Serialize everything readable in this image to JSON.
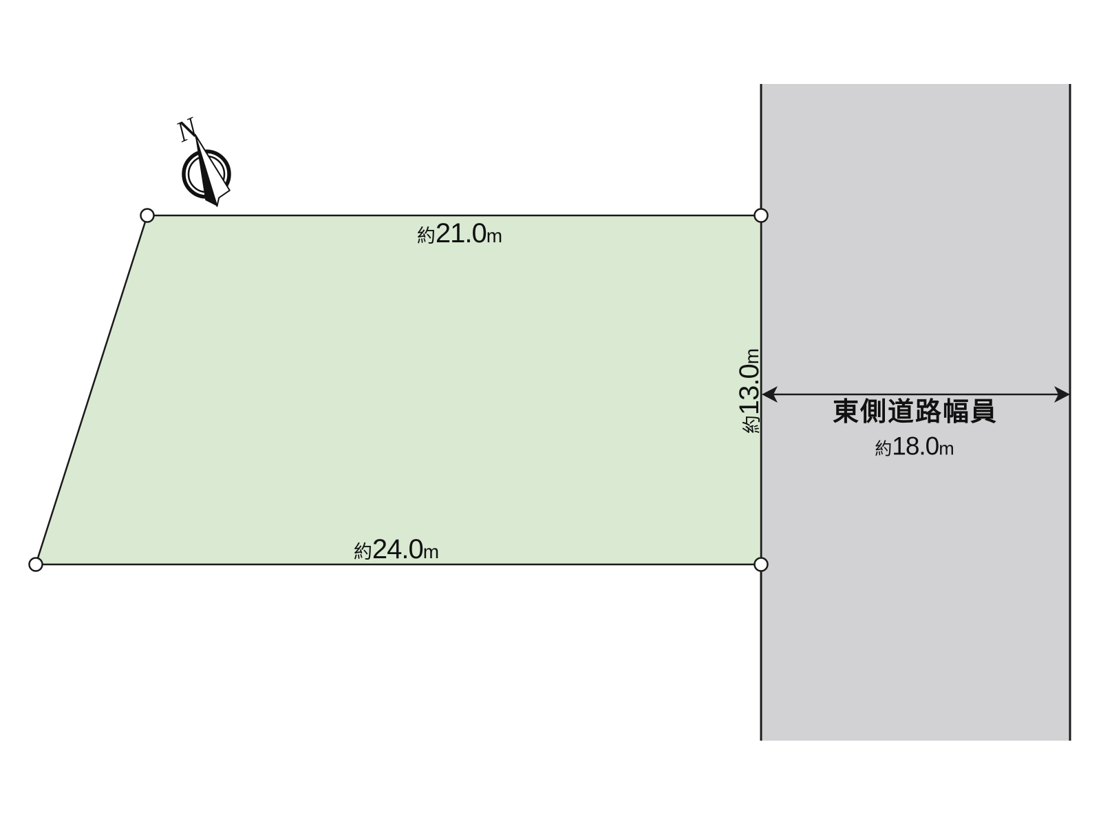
{
  "colors": {
    "plot_fill": "#d9e9d2",
    "road_fill": "#d2d2d4",
    "line": "#1a1a1a"
  },
  "plot": {
    "top_edge": {
      "prefix": "約",
      "value": "21.0",
      "unit": "m"
    },
    "bottom_edge": {
      "prefix": "約",
      "value": "24.0",
      "unit": "m"
    },
    "right_edge": {
      "prefix": "約",
      "value": "13.0",
      "unit": "m"
    }
  },
  "road": {
    "title": "東側道路幅員",
    "width": {
      "prefix": "約",
      "value": "18.0",
      "unit": "m"
    }
  },
  "compass": {
    "north_label": "N"
  }
}
